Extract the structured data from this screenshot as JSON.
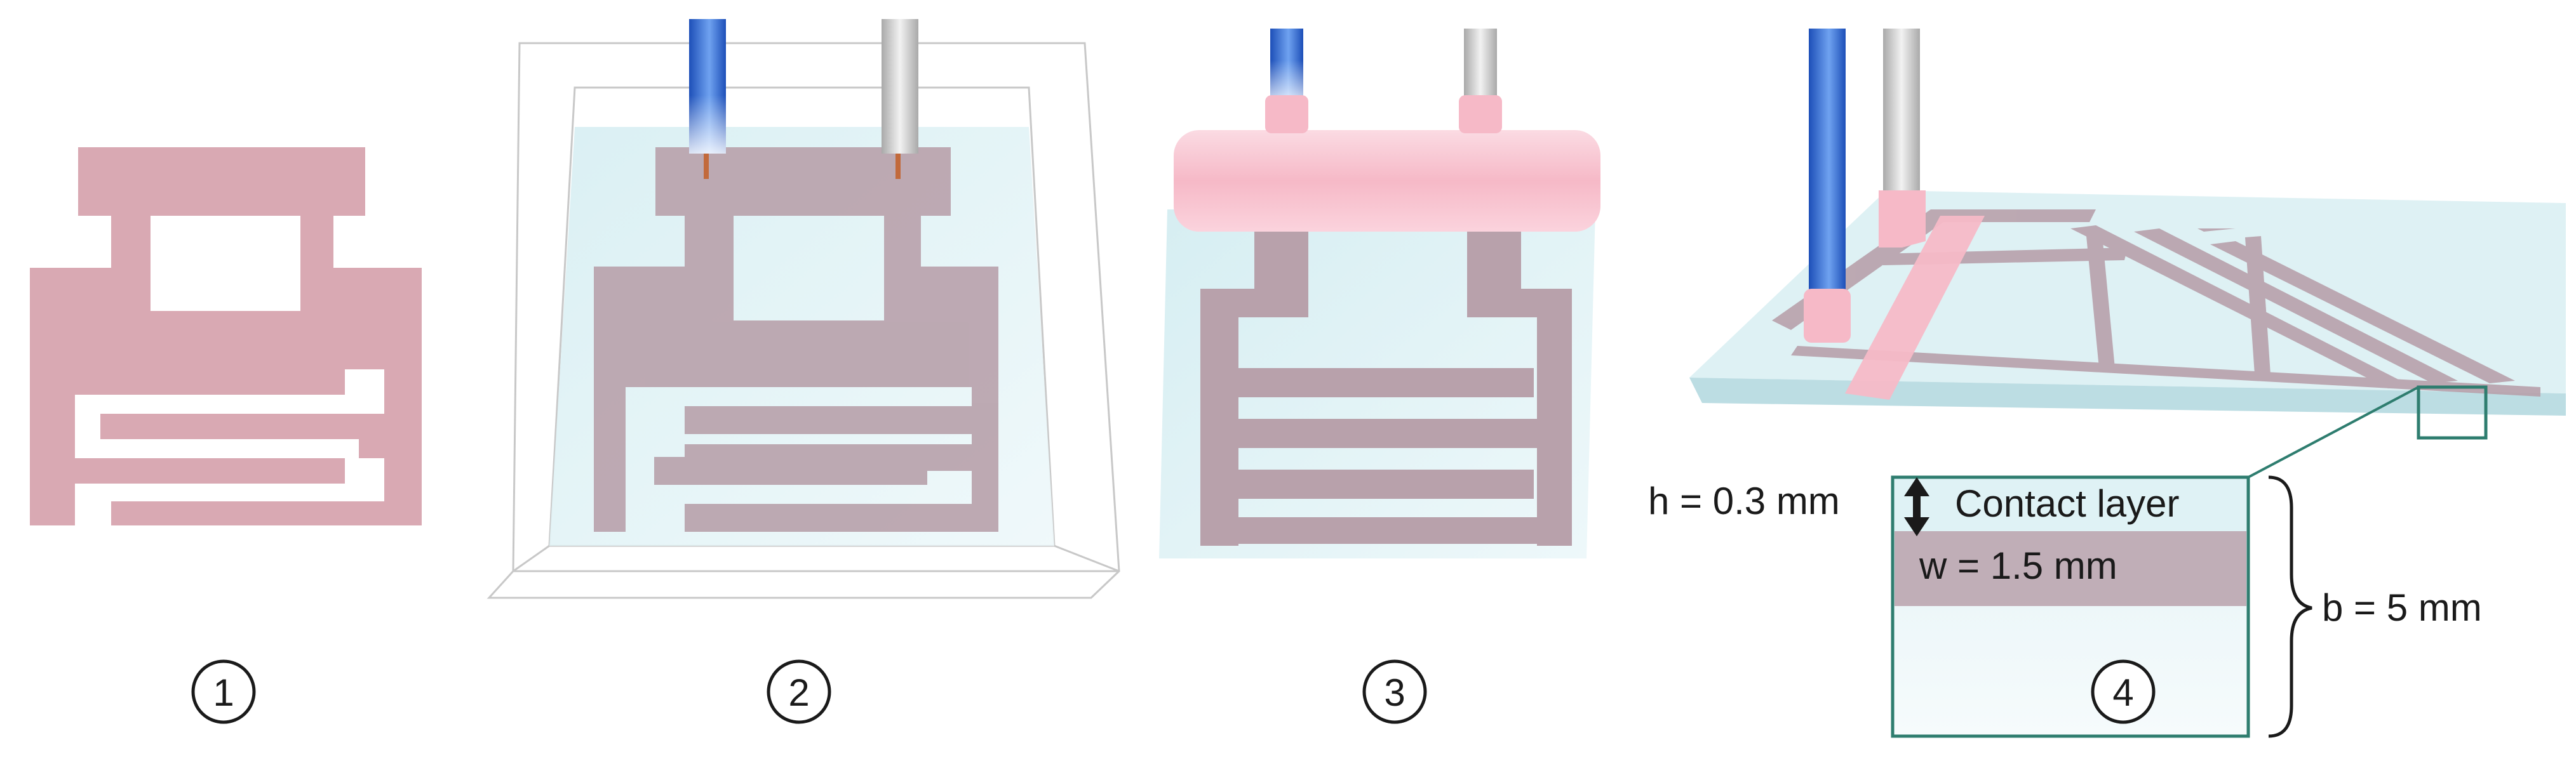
{
  "steps": [
    {
      "number": "1"
    },
    {
      "number": "2"
    },
    {
      "number": "3"
    },
    {
      "number": "4"
    }
  ],
  "inset": {
    "h_label": "h = 0.3 mm",
    "contact_label": "Contact layer",
    "w_label": "w = 1.5 mm",
    "b_label": "b = 5 mm"
  },
  "colors": {
    "electrode": "#d9a9b3",
    "electrode_dark": "#b8a1ab",
    "substrate": "#dcf0f3",
    "substrate_edge": "#bcdde3",
    "contact_pink": "#f9c8d3",
    "wire_blue": "#2b67d6",
    "wire_gray": "#cfcfcf",
    "inset_frame": "#2e7d6f",
    "copper": "#c26a3c"
  }
}
